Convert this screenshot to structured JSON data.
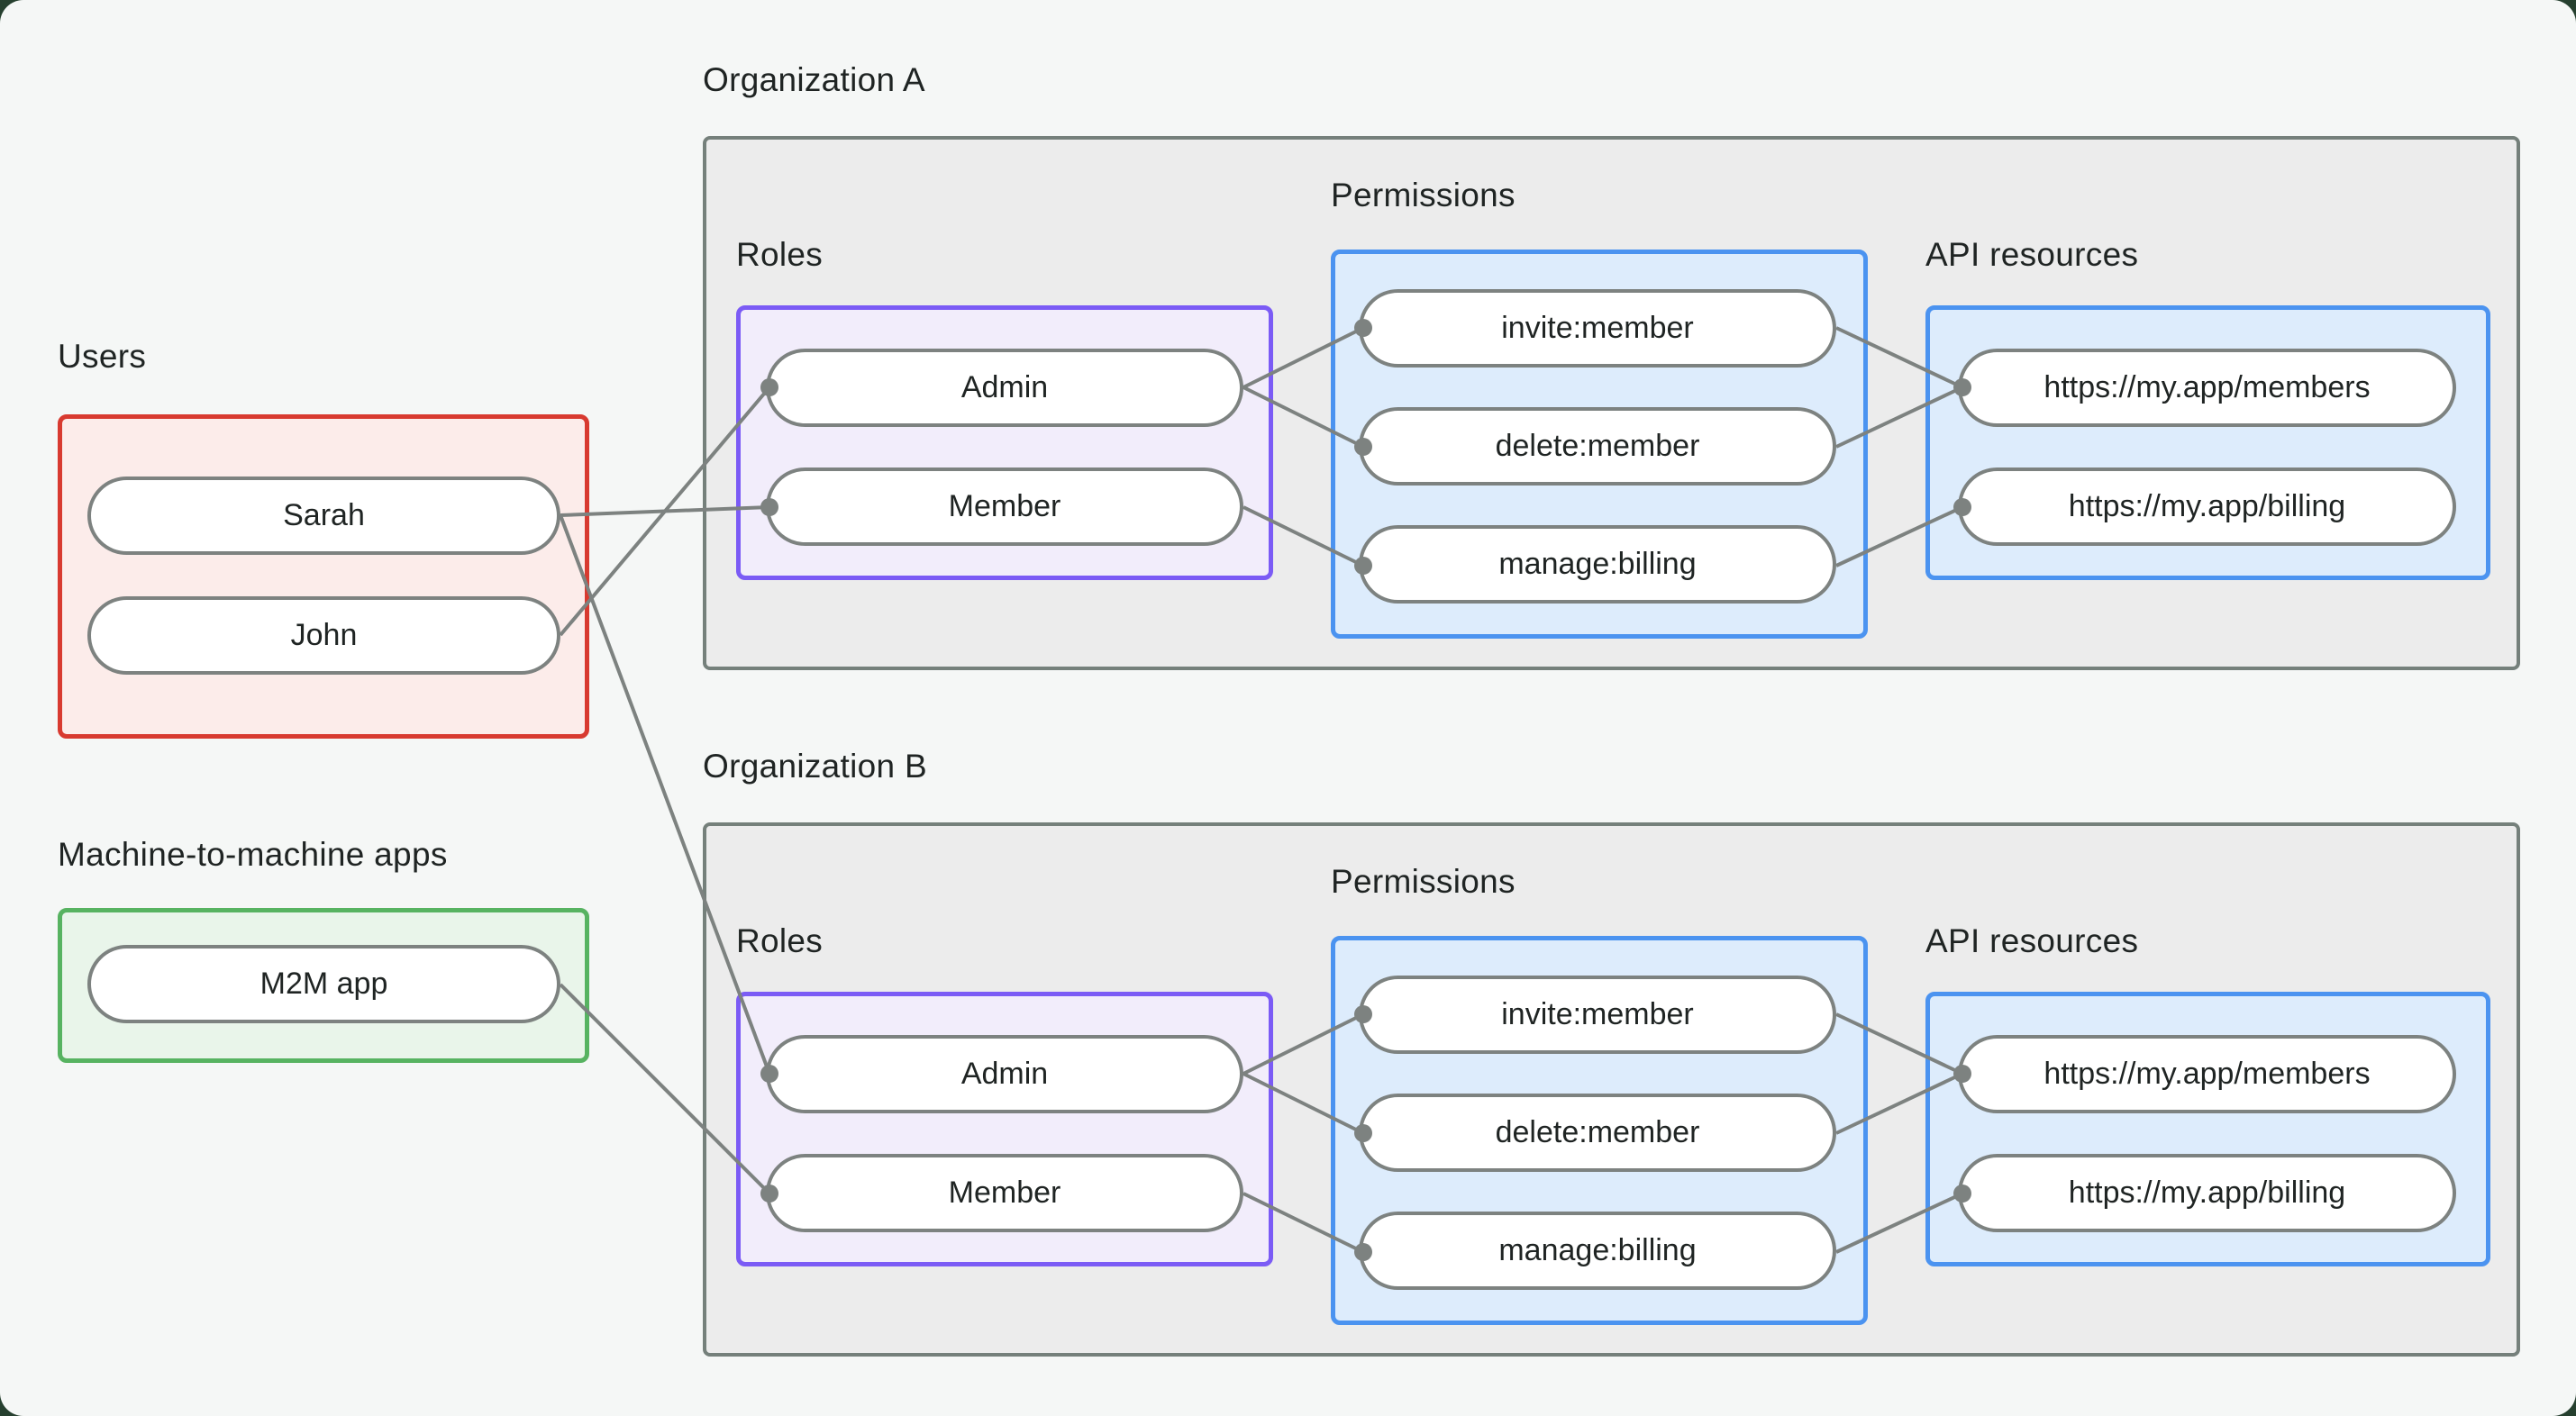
{
  "page": {
    "card_background": "#f5f7f6",
    "outer_background": "#26402f"
  },
  "users_section": {
    "title": "Users",
    "items": [
      {
        "label": "Sarah"
      },
      {
        "label": "John"
      }
    ]
  },
  "m2m_section": {
    "title": "Machine-to-machine apps",
    "items": [
      {
        "label": "M2M app"
      }
    ]
  },
  "org_a": {
    "title": "Organization A",
    "roles_title": "Roles",
    "permissions_title": "Permissions",
    "api_title": "API resources",
    "roles": [
      {
        "label": "Admin"
      },
      {
        "label": "Member"
      }
    ],
    "permissions": [
      {
        "label": "invite:member"
      },
      {
        "label": "delete:member"
      },
      {
        "label": "manage:billing"
      }
    ],
    "api_resources": [
      {
        "label": "https://my.app/members"
      },
      {
        "label": "https://my.app/billing"
      }
    ]
  },
  "org_b": {
    "title": "Organization B",
    "roles_title": "Roles",
    "permissions_title": "Permissions",
    "api_title": "API resources",
    "roles": [
      {
        "label": "Admin"
      },
      {
        "label": "Member"
      }
    ],
    "permissions": [
      {
        "label": "invite:member"
      },
      {
        "label": "delete:member"
      },
      {
        "label": "manage:billing"
      }
    ],
    "api_resources": [
      {
        "label": "https://my.app/members"
      },
      {
        "label": "https://my.app/billing"
      }
    ]
  },
  "edges": [
    {
      "from": "sarah",
      "to": "org-a-role-member"
    },
    {
      "from": "john",
      "to": "org-a-role-admin"
    },
    {
      "from": "sarah",
      "to": "org-b-role-admin"
    },
    {
      "from": "m2m-app",
      "to": "org-b-role-member"
    },
    {
      "from": "org-a-role-admin",
      "to": "org-a-permission-invite-member"
    },
    {
      "from": "org-a-role-admin",
      "to": "org-a-permission-delete-member"
    },
    {
      "from": "org-a-role-member",
      "to": "org-a-permission-manage-billing"
    },
    {
      "from": "org-a-permission-invite-member",
      "to": "org-a-api-members"
    },
    {
      "from": "org-a-permission-delete-member",
      "to": "org-a-api-members"
    },
    {
      "from": "org-a-permission-manage-billing",
      "to": "org-a-api-billing"
    },
    {
      "from": "org-b-role-admin",
      "to": "org-b-permission-invite-member"
    },
    {
      "from": "org-b-role-admin",
      "to": "org-b-permission-delete-member"
    },
    {
      "from": "org-b-role-member",
      "to": "org-b-permission-manage-billing"
    },
    {
      "from": "org-b-permission-invite-member",
      "to": "org-b-api-members"
    },
    {
      "from": "org-b-permission-delete-member",
      "to": "org-b-api-members"
    },
    {
      "from": "org-b-permission-manage-billing",
      "to": "org-b-api-billing"
    }
  ],
  "colors": {
    "users_border": "#d83a30",
    "users_fill": "#fcecea",
    "m2m_border": "#57b361",
    "m2m_fill": "#e9f5ea",
    "roles_border": "#7b5bf5",
    "roles_fill": "#f2edfb",
    "blue_border": "#4b93f0",
    "blue_fill": "#ddecfc",
    "org_border": "#75807b",
    "org_fill": "#ececec",
    "edge": "#7d8280",
    "text": "#1f2423"
  }
}
